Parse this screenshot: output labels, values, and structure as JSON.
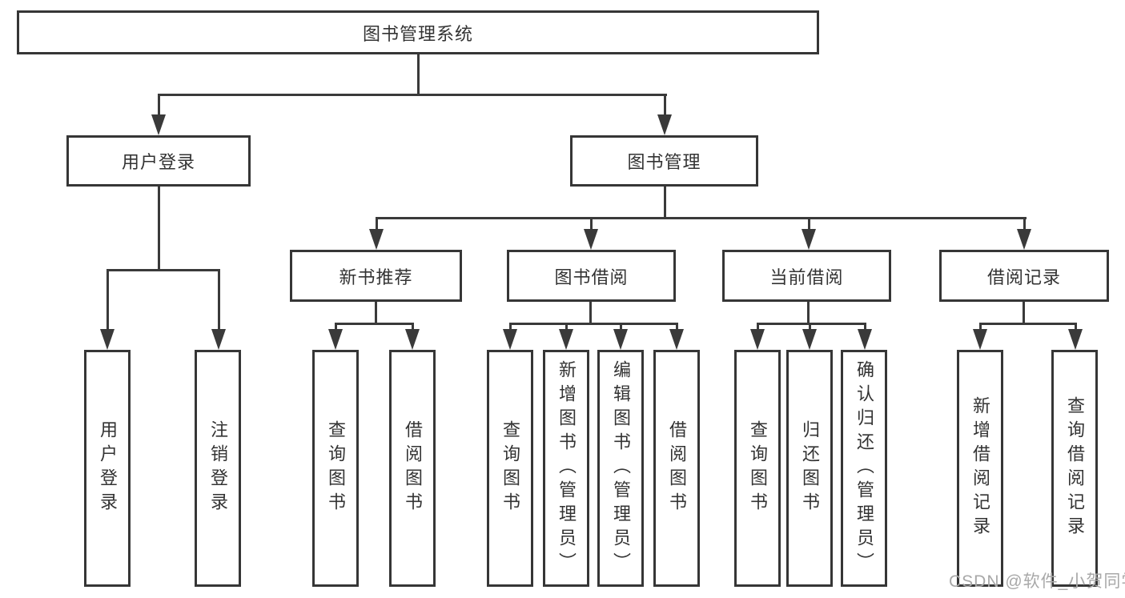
{
  "diagram": {
    "tree": {
      "label": "图书管理系统",
      "children": [
        {
          "label": "用户登录",
          "children": [
            {
              "label": "用户登录"
            },
            {
              "label": "注销登录"
            }
          ]
        },
        {
          "label": "图书管理",
          "children": [
            {
              "label": "新书推荐",
              "children": [
                {
                  "label": "查询图书"
                },
                {
                  "label": "借阅图书"
                }
              ]
            },
            {
              "label": "图书借阅",
              "children": [
                {
                  "label": "查询图书"
                },
                {
                  "label": "新增图书（管理员）"
                },
                {
                  "label": "编辑图书（管理员）"
                },
                {
                  "label": "借阅图书"
                }
              ]
            },
            {
              "label": "当前借阅",
              "children": [
                {
                  "label": "查询图书"
                },
                {
                  "label": "归还图书"
                },
                {
                  "label": "确认归还（管理员）"
                }
              ]
            },
            {
              "label": "借阅记录",
              "children": [
                {
                  "label": "新增借阅记录"
                },
                {
                  "label": "查询借阅记录"
                }
              ]
            }
          ]
        }
      ]
    },
    "colors": {
      "line": "#3a3a3a",
      "text": "#333333",
      "watermark": "#a8a8a8",
      "background": "#ffffff"
    }
  },
  "watermark": {
    "text": "CSDN @软件_小贺同学"
  }
}
